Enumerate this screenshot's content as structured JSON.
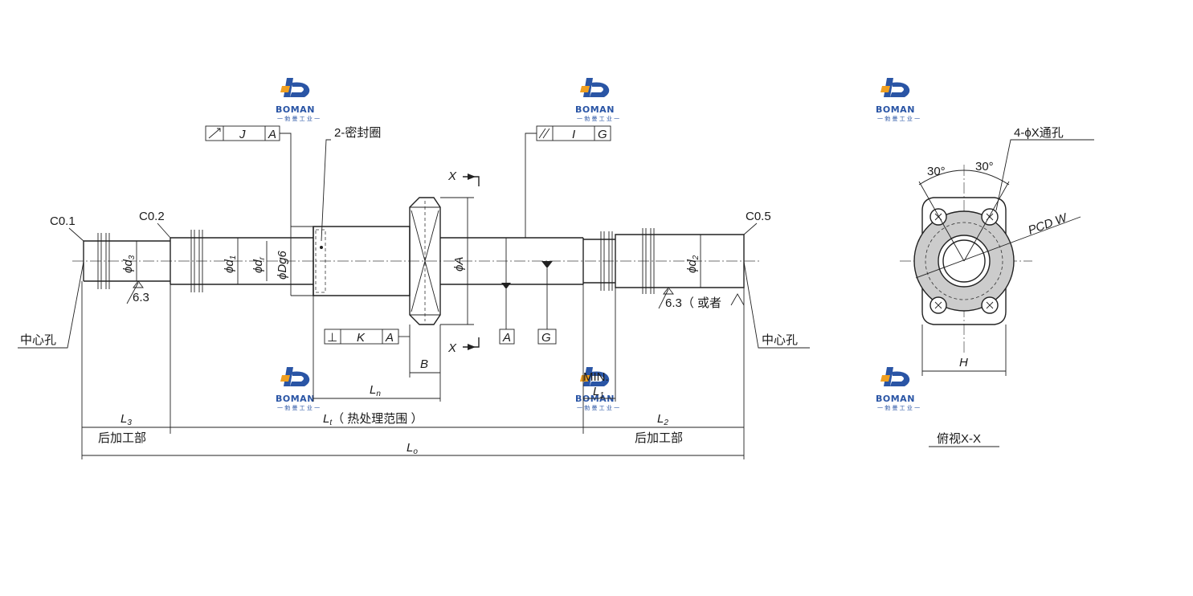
{
  "brand": {
    "logo_text": "BOMAN",
    "logo_sub": "一 勃 曼 工 业 一",
    "colors": {
      "blue": "#2a55a5",
      "orange": "#f0a020",
      "line": "#222222"
    }
  },
  "tolerance_frames": {
    "runout_J": {
      "symbol": "runout-arrow",
      "tol": "J",
      "datum": "A"
    },
    "parallel_I": {
      "symbol": "parallel",
      "tol": "I",
      "datum": "G"
    },
    "perp_K": {
      "symbol": "⊥",
      "tol": "K",
      "datum": "A"
    }
  },
  "datums": {
    "a": "A",
    "g": "G"
  },
  "chamfers": {
    "left": "C0.1",
    "mid": "C0.2",
    "right": "C0.5"
  },
  "labels": {
    "seal": "2-密封圈",
    "center_hole": "中心孔",
    "roughness_left": "6.3",
    "roughness_right": "6.3（ 或者",
    "post_machining": "后加工部",
    "min_label": "MIN.",
    "phi": "ϕ",
    "d3": "d",
    "d3_sub": "3",
    "d1": "d",
    "d1_sub": "1",
    "dr": "d",
    "dr_sub": "r",
    "dg6": "Dg6",
    "phiA": "A",
    "d2": "d",
    "d2_sub": "2",
    "B": "B",
    "L3": "L",
    "L3_sub": "3",
    "L2": "L",
    "L2_sub": "2",
    "Lt": "L",
    "Lt_sub": "t",
    "Lt_note": "（ 热处理范围 ）",
    "Ln": "L",
    "Ln_sub": "n",
    "L1": "L",
    "L1_sub": "1",
    "Lo": "L",
    "Lo_sub": "o",
    "section_x": "X",
    "holes": "4-ϕX通孔",
    "angle1": "30°",
    "angle2": "30°",
    "pcd": "PCD  W",
    "H": "H",
    "view_title": "俯视X-X"
  }
}
